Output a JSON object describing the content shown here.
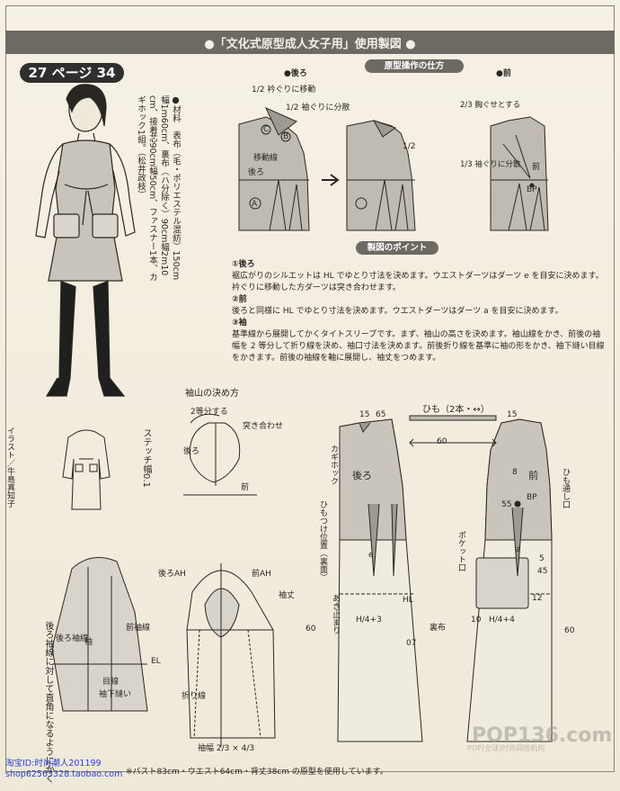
{
  "header": {
    "title": "●「文化式原型成人女子用」使用製図 ●"
  },
  "page_badge": "27 ページ 34",
  "materials": {
    "text": "●材料　表布（毛・ポリエステル混紡）150cm\n幅1m60cm、裏布（ハ分除く）90cm幅2m10\ncm、接着芯90cm幅50cm、ファスナー1本、カ\nギホック1組。（松井政枝）"
  },
  "illustrator": "イラスト／牛島真知子",
  "diagram_top": {
    "back_label": "●後ろ",
    "front_label": "●前",
    "pill": "原型操作の仕方",
    "annotations": [
      "1/2 衿ぐりに移動",
      "1/2 袖ぐりに分散",
      "移動線",
      "後ろ",
      "A",
      "C",
      "B",
      "1/2",
      "2/3 胸ぐせとする",
      "1/3 袖ぐりに分散",
      "前",
      "BP"
    ]
  },
  "points": {
    "pill": "製図のポイント",
    "items": [
      {
        "head": "①後ろ",
        "body": "裾広がりのシルエットは HL でゆとり寸法を決めます。ウエストダーツはダーツ e を目安に決めます。衿ぐりに移動した方ダーツは突き合わせます。"
      },
      {
        "head": "②前",
        "body": "後ろと同様に HL でゆとり寸法を決めます。ウエストダーツはダーツ a を目安に決めます。"
      },
      {
        "head": "③袖",
        "body": "基準線から展開してかくタイトスリーブです。まず、袖山の高さを決めます。袖山線をかき、前後の袖幅を 2 等分して折り線を決め、袖口寸法を決めます。前後折り線を基準に袖の形をかき、袖下縫い目線をかきます。前後の袖線を軸に展開し、袖丈をつめます。"
      }
    ]
  },
  "pattern": {
    "sleeve_cap": "袖山の決め方",
    "sleeve_labels": [
      "2等分する",
      "突き合わせ",
      "後ろ",
      "前",
      "ステッチ幅0.1",
      "後ろ袖線に対して直角になるようにかく",
      "後ろ袖線",
      "袖",
      "前袖線",
      "目線",
      "袖下縫い",
      "後ろAH",
      "前AH",
      "袖丈",
      "折り線",
      "袖幅 2/3 × 4/3",
      "60",
      "EL"
    ],
    "body_labels": [
      "ひも（2本・↔）",
      "60",
      "15",
      "65",
      "後ろ",
      "前",
      "カギホック",
      "ひもつけ位置（裏面）",
      "あき止まり",
      "HL",
      "H/4+3",
      "H/4+4",
      "ポケット口",
      "ひも通し口",
      "裏布",
      "07",
      "60",
      "15",
      "10",
      "12",
      "BP",
      "8",
      "55",
      "45",
      "5",
      "e",
      "a"
    ]
  },
  "footnote": "※バスト83cm・ウエスト64cm・背丈38cm の原型を使用しています。",
  "shop": [
    "淘宝ID:时尚潮人201199",
    "shop62563328.taobao.com"
  ],
  "watermark": {
    "main": "POP136.com",
    "sub": "POP(全球)时尚网络机构"
  }
}
